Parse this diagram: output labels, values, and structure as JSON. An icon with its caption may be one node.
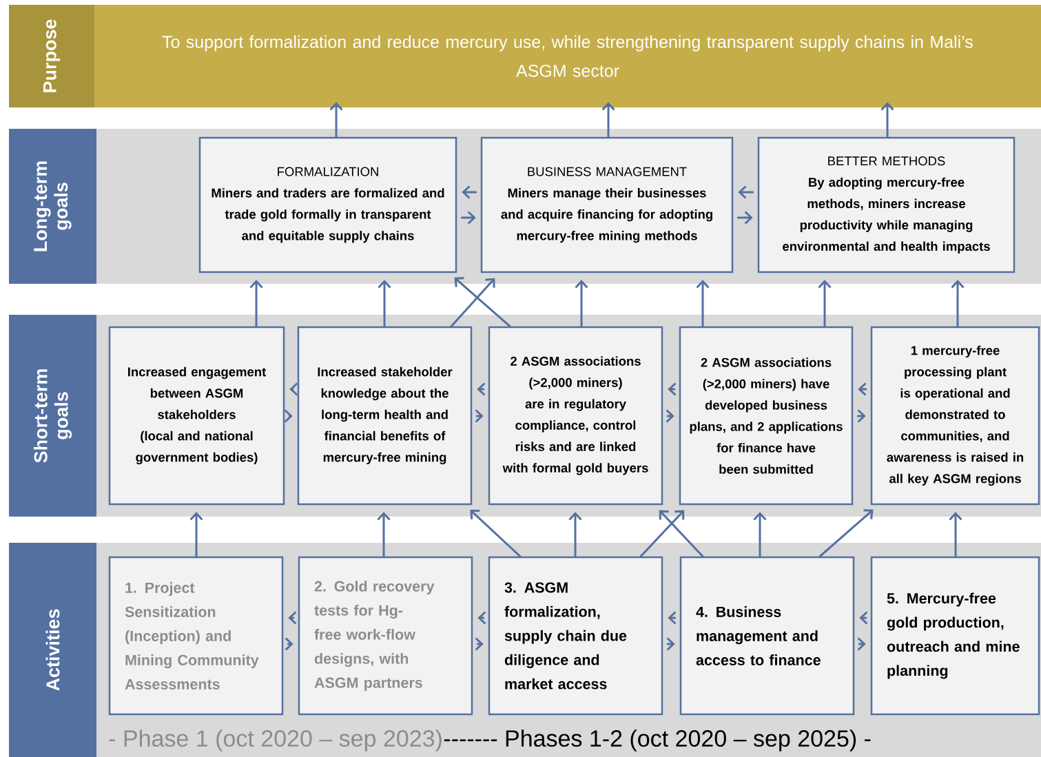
{
  "diagram": {
    "nodes": [
      {
        "text": [
          "Purpose"
        ]
      },
      {
        "text": [
          "To support formalization and reduce mercury use, while strengthening transparent supply chains in Mali’s ASGM sector"
        ]
      },
      {
        "text": [
          "Long-term goals"
        ]
      },
      {
        "text": [
          "FORMALIZATION",
          "Miners and traders are formalized and trade gold formally in transparent and equitable supply chains"
        ]
      },
      {
        "text": [
          "BUSINESS MANAGEMENT",
          "Miners manage their businesses and acquire financing for adopting mercury-free mining methods"
        ]
      },
      {
        "text": [
          "BETTER METHODS",
          "By adopting mercury-free methods, miners increase productivity while managing environmental and health impacts"
        ]
      },
      {
        "text": [
          "Short-term goals"
        ]
      },
      {
        "text": [
          "Increased engagement between ASGM stakeholders (local and national government bodies)"
        ]
      },
      {
        "text": [
          "Increased stakeholder knowledge about the long-term health and financial benefits of mercury-free mining"
        ]
      },
      {
        "text": [
          "2 ASGM associations (>2,000 miners) are in regulatory compliance, control risks and are linked with formal gold buyers"
        ]
      },
      {
        "text": [
          "2 ASGM associations (>2,000 miners) have developed business plans, and 2 applications for finance have been submitted"
        ]
      },
      {
        "text": [
          "1 mercury-free processing plant is operational and demonstrated to communities, and awareness is raised in all key ASGM regions"
        ]
      },
      {
        "text": [
          "Activities"
        ]
      },
      {
        "text": [
          "1. Project Sensitization (Inception) and Mining Community Assessments"
        ]
      },
      {
        "text": [
          "2. Gold recovery tests for Hg-free work-flow designs, with ASGM partners"
        ]
      },
      {
        "text": [
          "3. ASGM formalization, supply chain due diligence and market access"
        ]
      },
      {
        "text": [
          "4. Business management and access to finance"
        ]
      },
      {
        "text": [
          "5. Mercury-free gold production, outreach and mine planning"
        ]
      }
    ],
    "edges": [
      {
        "from": 3,
        "to": 1,
        "arrow": "to"
      },
      {
        "from": 4,
        "to": 1,
        "arrow": "to"
      },
      {
        "from": 5,
        "to": 1,
        "arrow": "to"
      },
      {
        "from": 4,
        "to": 3,
        "arrow": "to"
      },
      {
        "from": 3,
        "to": 4,
        "arrow": "to"
      },
      {
        "from": 5,
        "to": 4,
        "arrow": "to"
      },
      {
        "from": 4,
        "to": 5,
        "arrow": "to"
      },
      {
        "from": 7,
        "to": 3,
        "arrow": "to"
      },
      {
        "from": 8,
        "to": 3,
        "arrow": "to"
      },
      {
        "from": 8,
        "to": 4,
        "arrow": "to"
      },
      {
        "from": 9,
        "to": 3,
        "arrow": "to"
      },
      {
        "from": 9,
        "to": 4,
        "arrow": "to"
      },
      {
        "from": 10,
        "to": 4,
        "arrow": "to"
      },
      {
        "from": 10,
        "to": 5,
        "arrow": "to"
      },
      {
        "from": 11,
        "to": 5,
        "arrow": "to"
      },
      {
        "from": 8,
        "to": 7,
        "arrow": "to"
      },
      {
        "from": 7,
        "to": 8,
        "arrow": "to"
      },
      {
        "from": 9,
        "to": 8,
        "arrow": "to"
      },
      {
        "from": 8,
        "to": 9,
        "arrow": "to"
      },
      {
        "from": 10,
        "to": 9,
        "arrow": "to"
      },
      {
        "from": 9,
        "to": 10,
        "arrow": "to"
      },
      {
        "from": 11,
        "to": 10,
        "arrow": "to"
      },
      {
        "from": 10,
        "to": 11,
        "arrow": "to"
      },
      {
        "from": 13,
        "to": 7,
        "arrow": "to"
      },
      {
        "from": 14,
        "to": 8,
        "arrow": "to"
      },
      {
        "from": 15,
        "to": 8,
        "arrow": "to"
      },
      {
        "from": 15,
        "to": 9,
        "arrow": "to"
      },
      {
        "from": 15,
        "to": 10,
        "arrow": "to"
      },
      {
        "from": 16,
        "to": 9,
        "arrow": "to"
      },
      {
        "from": 16,
        "to": 10,
        "arrow": "to"
      },
      {
        "from": 16,
        "to": 11,
        "arrow": "to"
      },
      {
        "from": 17,
        "to": 11,
        "arrow": "to"
      },
      {
        "from": 14,
        "to": 13,
        "arrow": "to"
      },
      {
        "from": 13,
        "to": 14,
        "arrow": "to"
      },
      {
        "from": 15,
        "to": 14,
        "arrow": "to"
      },
      {
        "from": 14,
        "to": 15,
        "arrow": "to"
      },
      {
        "from": 16,
        "to": 15,
        "arrow": "to"
      },
      {
        "from": 15,
        "to": 16,
        "arrow": "to"
      },
      {
        "from": 17,
        "to": 16,
        "arrow": "to"
      },
      {
        "from": 16,
        "to": 17,
        "arrow": "to"
      }
    ],
    "labels": [
      "- Phase 1 (oct 2020 – sep 2023)",
      "------- Phases 1-2 (oct 2020 – sep 2025) -"
    ]
  }
}
